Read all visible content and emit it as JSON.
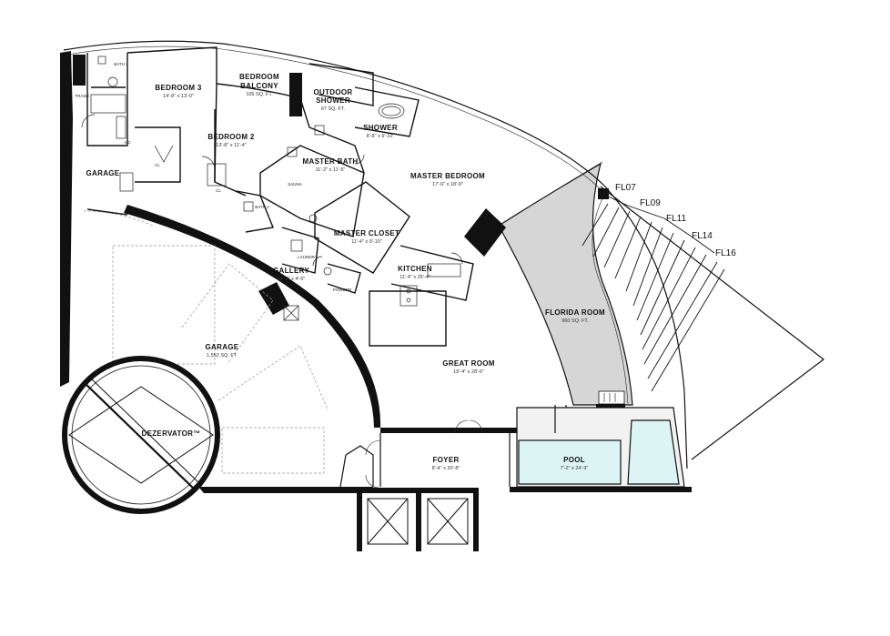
{
  "rooms": {
    "bath3": {
      "name": "BATH 3"
    },
    "trash": {
      "name": "TRASH"
    },
    "ac": {
      "name": "A/C"
    },
    "bedroom3": {
      "name": "BEDROOM 3",
      "dim": "14'-8\" x 13'-0\""
    },
    "balcony": {
      "name1": "BEDROOM",
      "name2": "BALCONY",
      "dim": "105 SQ. FT."
    },
    "outdoor_shower": {
      "name1": "OUTDOOR",
      "name2": "SHOWER",
      "dim": "67 SQ. FT."
    },
    "shower": {
      "name": "SHOWER",
      "dim": "8'-8\" x 9'-10\""
    },
    "bedroom2": {
      "name": "BEDROOM 2",
      "dim": "13'-8\" x 11'-4\""
    },
    "cl1": {
      "name": "CL"
    },
    "cl2": {
      "name": "CL"
    },
    "master_bath": {
      "name": "MASTER BATH",
      "dim": "11'-2\" x 11'-5\""
    },
    "sauna": {
      "name": "SAUNA"
    },
    "bath2": {
      "name": "BATH 2"
    },
    "master_bedroom": {
      "name": "MASTER BEDROOM",
      "dim": "17'-6\" x 18'-9\""
    },
    "garage_small": {
      "name": "GARAGE"
    },
    "master_closet": {
      "name": "MASTER CLOSET",
      "dim": "11'-4\" x 9'-10\""
    },
    "laundry": {
      "name": "LAUNDRY"
    },
    "kitchen": {
      "name": "KITCHEN",
      "dim": "11'-4\" x 25'-4\""
    },
    "gallery": {
      "name": "GALLERY",
      "dim": "52'-2\" x 4'-5\""
    },
    "powder": {
      "name": "POWDER"
    },
    "florida_room": {
      "name": "FLORIDA ROOM",
      "dim": "960 SQ. FT."
    },
    "garage": {
      "name": "GARAGE",
      "dim": "1,552 SQ. FT."
    },
    "great_room": {
      "name": "GREAT ROOM",
      "dim": "19'-4\" x 28'-6\""
    },
    "dezervator": {
      "name": "DEZERVATOR™"
    },
    "foyer": {
      "name": "FOYER",
      "dim": "8'-4\" x 20'-8\""
    },
    "pool": {
      "name": "POOL",
      "dim": "7'-2\" x 24'-9\""
    }
  },
  "floor_labels": [
    "FL07",
    "FL09",
    "FL11",
    "FL14",
    "FL16"
  ],
  "colors": {
    "wall": "#111111",
    "florida_room": "#d6d6d6",
    "pool": "#dcf4f4",
    "background": "#ffffff"
  }
}
